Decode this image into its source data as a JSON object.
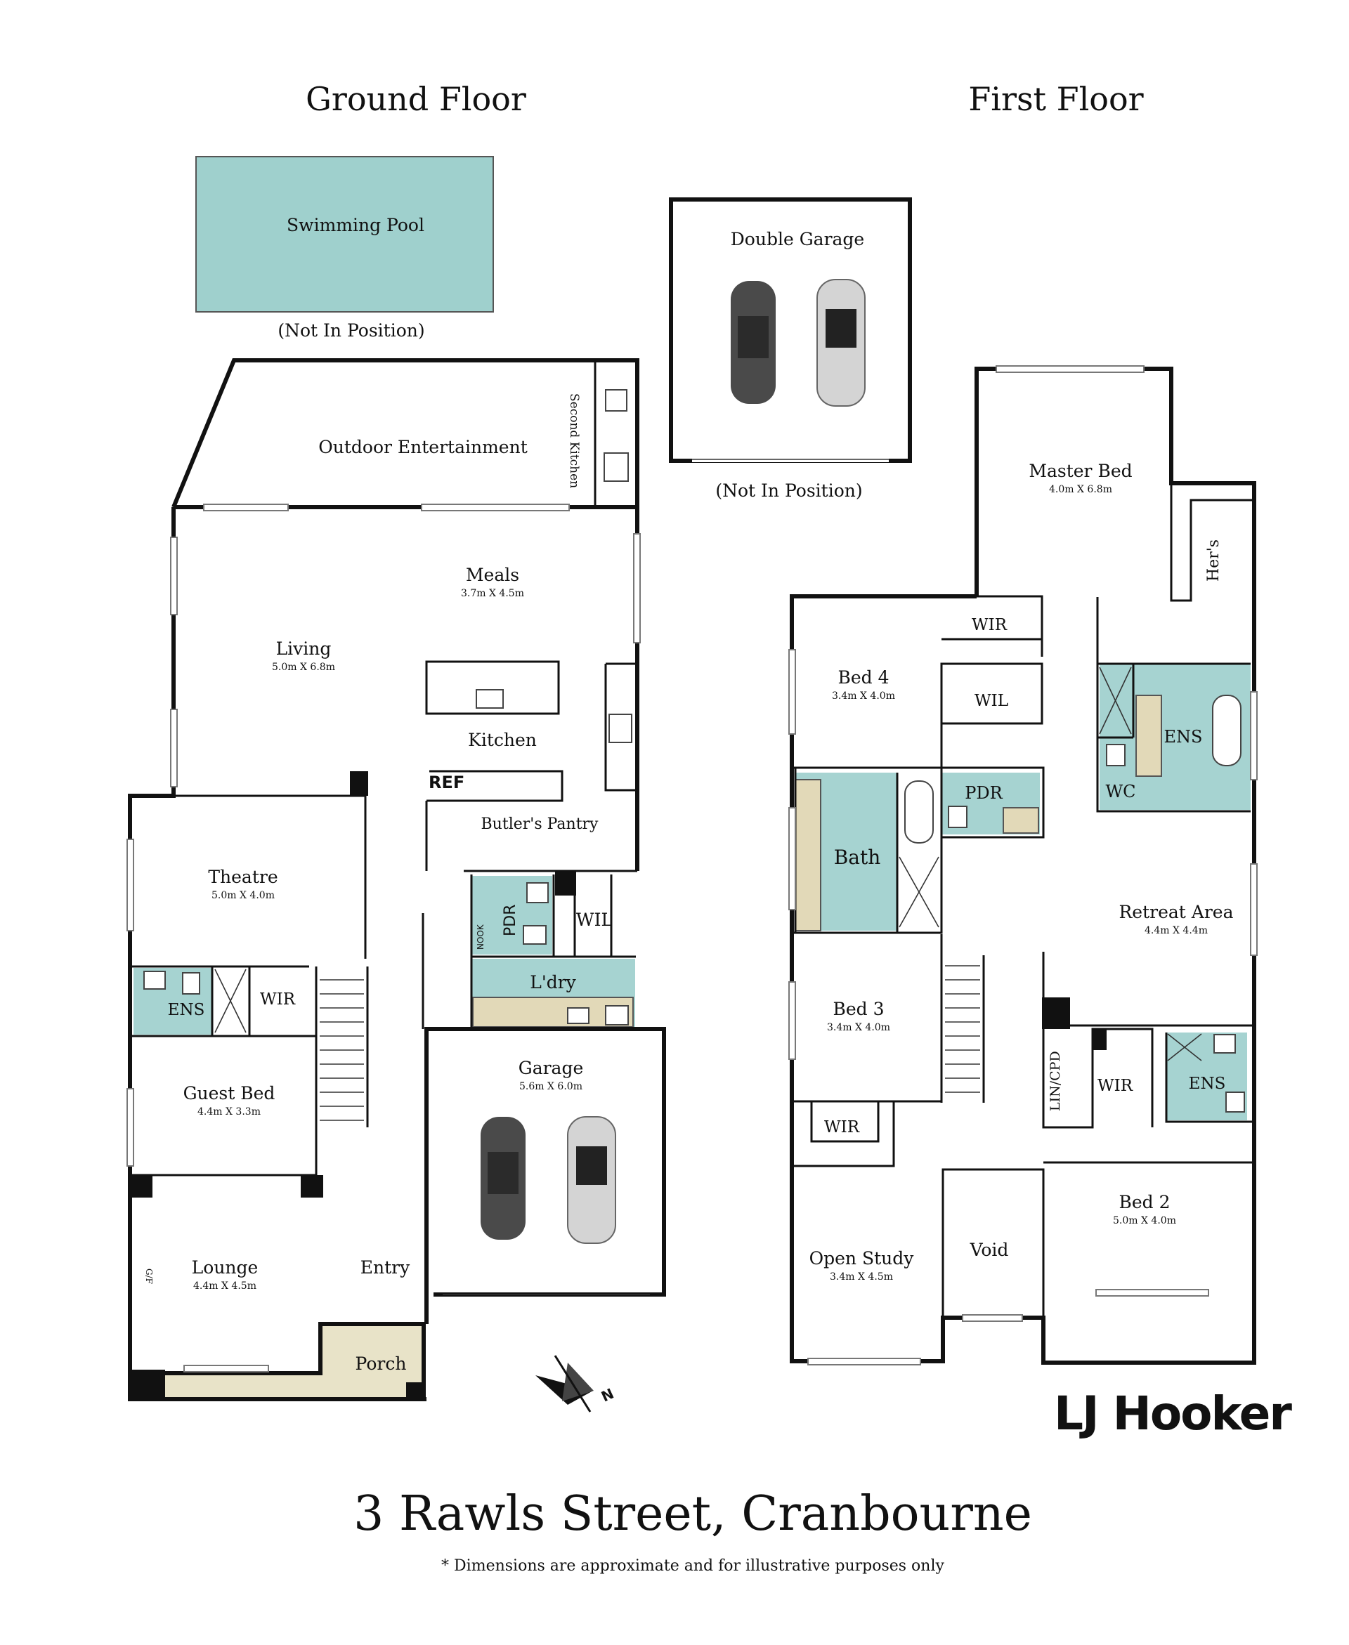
{
  "titles": {
    "ground_floor": "Ground Floor",
    "first_floor": "First Floor",
    "address": "3 Rawls Street, Cranbourne",
    "disclaimer": "* Dimensions are approximate and for illustrative purposes only"
  },
  "brand": {
    "logo_text": "LJ Hooker",
    "color": "#111111"
  },
  "colors": {
    "wet_area": "#a6d3d1",
    "pool": "#9fd0cd",
    "bench": "#e2d9b8",
    "porch": "#e8e3c8",
    "walls": "#111111"
  },
  "ground": {
    "pool": {
      "name": "Swimming Pool",
      "note": "(Not In Position)"
    },
    "outdoor": {
      "name": "Outdoor Entertainment"
    },
    "second_kitchen": {
      "name": "Second Kitchen"
    },
    "meals": {
      "name": "Meals",
      "dims": "3.7m X 4.5m"
    },
    "living": {
      "name": "Living",
      "dims": "5.0m X 6.8m"
    },
    "kitchen": {
      "name": "Kitchen"
    },
    "ref": {
      "name": "REF"
    },
    "butlers": {
      "name": "Butler's Pantry"
    },
    "theatre": {
      "name": "Theatre",
      "dims": "5.0m X 4.0m"
    },
    "pdr": {
      "name": "PDR"
    },
    "nook": {
      "name": "NOOK"
    },
    "wil": {
      "name": "WIL"
    },
    "ldry": {
      "name": "L'dry"
    },
    "ens": {
      "name": "ENS"
    },
    "wir": {
      "name": "WIR"
    },
    "guest": {
      "name": "Guest Bed",
      "dims": "4.4m X 3.3m"
    },
    "garage": {
      "name": "Garage",
      "dims": "5.6m X 6.0m"
    },
    "lounge": {
      "name": "Lounge",
      "dims": "4.4m X 4.5m"
    },
    "gf": {
      "name": "G/F"
    },
    "entry": {
      "name": "Entry"
    },
    "porch": {
      "name": "Porch"
    },
    "compass": {
      "letter": "N"
    }
  },
  "first": {
    "double_garage": {
      "name": "Double Garage",
      "note": "(Not In Position)"
    },
    "master": {
      "name": "Master Bed",
      "dims": "4.0m X 6.8m"
    },
    "hers": {
      "name": "Her's"
    },
    "wir_top": {
      "name": "WIR"
    },
    "bed4": {
      "name": "Bed 4",
      "dims": "3.4m X 4.0m"
    },
    "wil": {
      "name": "WIL"
    },
    "ens_master": {
      "name": "ENS"
    },
    "wc": {
      "name": "WC"
    },
    "pdr": {
      "name": "PDR"
    },
    "bath": {
      "name": "Bath"
    },
    "retreat": {
      "name": "Retreat Area",
      "dims": "4.4m X 4.4m"
    },
    "bed3": {
      "name": "Bed 3",
      "dims": "3.4m X 4.0m"
    },
    "lin": {
      "name": "LIN/CPD"
    },
    "wir_mid": {
      "name": "WIR"
    },
    "ens2": {
      "name": "ENS"
    },
    "wir_bed3": {
      "name": "WIR"
    },
    "bed2": {
      "name": "Bed 2",
      "dims": "5.0m X 4.0m"
    },
    "study": {
      "name": "Open Study",
      "dims": "3.4m X 4.5m"
    },
    "void": {
      "name": "Void"
    }
  }
}
